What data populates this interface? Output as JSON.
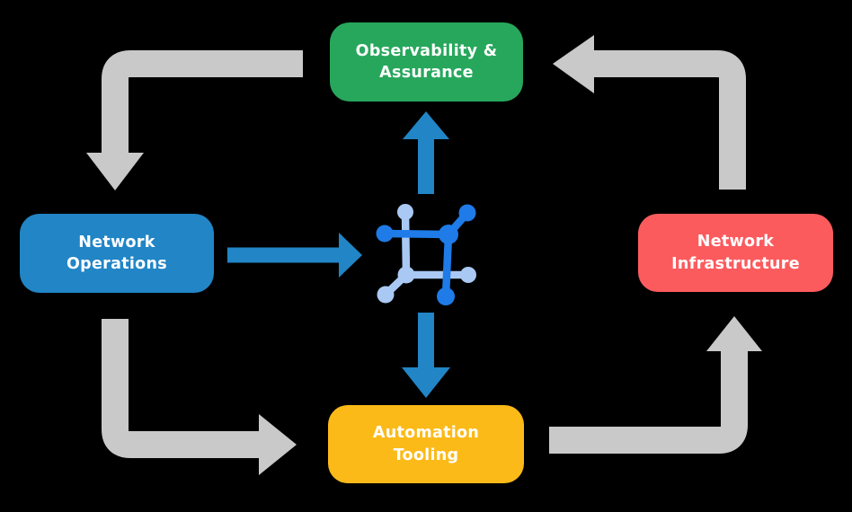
{
  "background": "#000000",
  "colors": {
    "box_green": "#27A75C",
    "box_blue": "#2185C6",
    "box_red": "#FC5B5E",
    "box_yellow": "#FBBA18",
    "arrow_gray": "#C9C9C9",
    "arrow_blue": "#2185C6",
    "icon_dark": "#1E7BE8",
    "icon_light": "#A9C9F4",
    "text": "#FFFFFF"
  },
  "nodes": {
    "observability": {
      "line1": "Observability &",
      "line2": "Assurance",
      "color": "#27A75C"
    },
    "operations": {
      "line1": "Network",
      "line2": "Operations",
      "color": "#2185C6"
    },
    "infrastructure": {
      "line1": "Network",
      "line2": "Infrastructure",
      "color": "#FC5B5E"
    },
    "automation": {
      "line1": "Automation",
      "line2": "Tooling",
      "color": "#FBBA18"
    }
  },
  "center_icon": {
    "name": "network-mesh-icon",
    "dark_color": "#1E7BE8",
    "light_color": "#A9C9F4"
  },
  "edges": {
    "gray_cycle": [
      {
        "from": "observability",
        "to": "operations"
      },
      {
        "from": "operations",
        "to": "automation"
      },
      {
        "from": "automation",
        "to": "infrastructure"
      },
      {
        "from": "infrastructure",
        "to": "observability"
      }
    ],
    "blue_links": [
      {
        "from": "operations",
        "to": "center-icon"
      },
      {
        "from": "center-icon",
        "to": "observability"
      },
      {
        "from": "center-icon",
        "to": "automation"
      }
    ]
  }
}
